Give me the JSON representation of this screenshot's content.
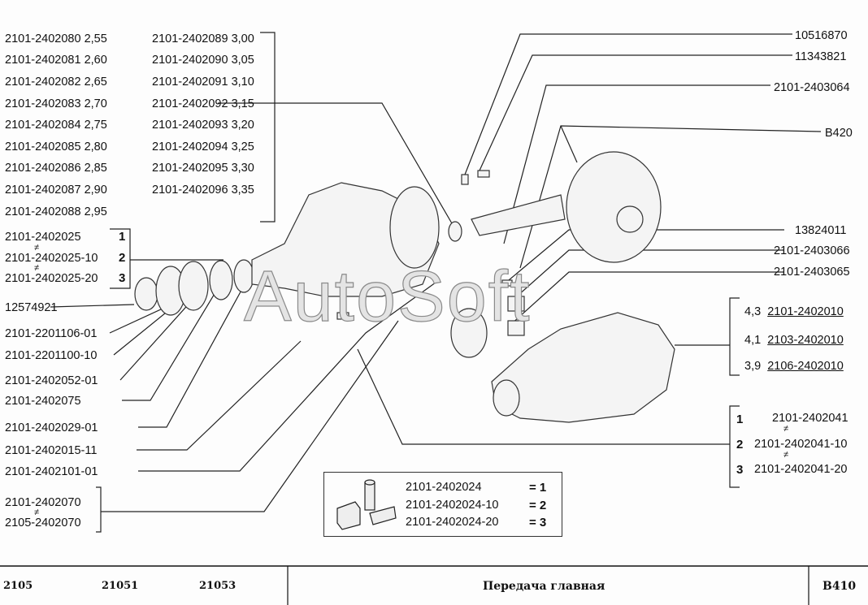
{
  "left_shims_col1": [
    {
      "part": "2101-2402080",
      "size": "2,55"
    },
    {
      "part": "2101-2402081",
      "size": "2,60"
    },
    {
      "part": "2101-2402082",
      "size": "2,65"
    },
    {
      "part": "2101-2402083",
      "size": "2,70"
    },
    {
      "part": "2101-2402084",
      "size": "2,75"
    },
    {
      "part": "2101-2402085",
      "size": "2,80"
    },
    {
      "part": "2101-2402086",
      "size": "2,85"
    },
    {
      "part": "2101-2402087",
      "size": "2,90"
    },
    {
      "part": "2101-2402088",
      "size": "2,95"
    }
  ],
  "left_shims_col2": [
    {
      "part": "2101-2402089",
      "size": "3,00"
    },
    {
      "part": "2101-2402090",
      "size": "3,05"
    },
    {
      "part": "2101-2402091",
      "size": "3,10"
    },
    {
      "part": "2101-2402092",
      "size": "3,15"
    },
    {
      "part": "2101-2402093",
      "size": "3,20"
    },
    {
      "part": "2101-2402094",
      "size": "3,25"
    },
    {
      "part": "2101-2402095",
      "size": "3,30"
    },
    {
      "part": "2101-2402096",
      "size": "3,35"
    }
  ],
  "variant_group_left": [
    {
      "part": "2101-2402025",
      "n": "1"
    },
    {
      "part": "2101-2402025-10",
      "n": "2"
    },
    {
      "part": "2101-2402025-20",
      "n": "3"
    }
  ],
  "not_equal": "≠",
  "left_parts": [
    "12574921",
    "2101-2201106-01",
    "2101-2201100-10",
    "2101-2402052-01",
    "2101-2402075",
    "2101-2402029-01",
    "2101-2402015-11",
    "2101-2402101-01"
  ],
  "left_bottom": [
    "2101-2402070",
    "2105-2402070"
  ],
  "right_parts": {
    "p1": "10516870",
    "p2": "11343821",
    "p3": "2101-2403064",
    "p4": "B420",
    "p5": "13824011",
    "p6": "2101-2403066",
    "p7": "2101-2403065"
  },
  "ratios": [
    {
      "ratio": "4,3",
      "part": "2101-2402010"
    },
    {
      "ratio": "4,1",
      "part": "2103-2402010"
    },
    {
      "ratio": "3,9",
      "part": "2106-2402010"
    }
  ],
  "variant_group_right": [
    {
      "n": "1",
      "part": "2101-2402041"
    },
    {
      "n": "2",
      "part": "2101-2402041-10"
    },
    {
      "n": "3",
      "part": "2101-2402041-20"
    }
  ],
  "kit": [
    {
      "part": "2101-2402024",
      "eq": "= 1"
    },
    {
      "part": "2101-2402024-10",
      "eq": "= 2"
    },
    {
      "part": "2101-2402024-20",
      "eq": "= 3"
    }
  ],
  "watermark": "AutoSoft",
  "footer": {
    "models": [
      "2105",
      "21051",
      "21053"
    ],
    "title": "Передача главная",
    "code": "B410"
  }
}
